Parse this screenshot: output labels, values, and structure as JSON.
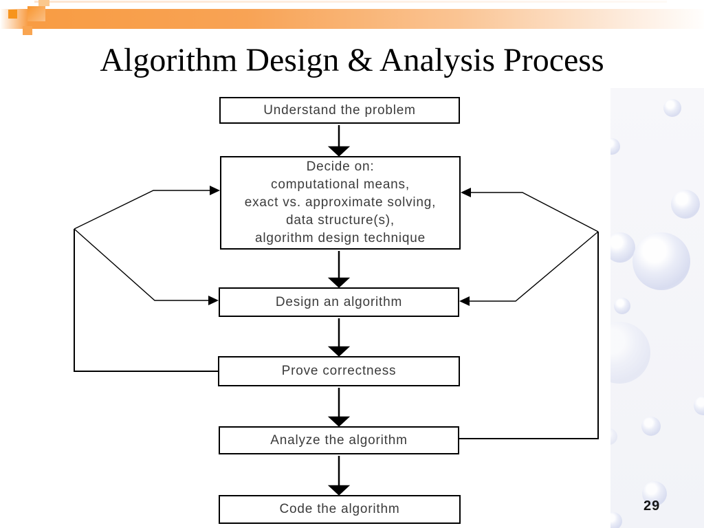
{
  "slide": {
    "title": "Algorithm Design & Analysis Process",
    "page_number": "29"
  },
  "flowchart": {
    "boxes": {
      "understand": {
        "label": "Understand the problem"
      },
      "decide": {
        "lines": [
          "Decide on:",
          "computational means,",
          "exact vs. approximate solving,",
          "data structure(s),",
          "algorithm design technique"
        ]
      },
      "design": {
        "label": "Design an algorithm"
      },
      "prove": {
        "label": "Prove correctness"
      },
      "analyze": {
        "label": "Analyze the algorithm"
      },
      "code": {
        "label": "Code the algorithm"
      }
    },
    "flow_order": [
      "Understand the problem",
      "Decide on computational means, exact vs. approximate solving, data structure(s), algorithm design technique",
      "Design an algorithm",
      "Prove correctness",
      "Analyze the algorithm",
      "Code the algorithm"
    ],
    "feedback_loops": [
      "Prove correctness -> Decide on",
      "Prove correctness -> Design an algorithm",
      "Analyze the algorithm -> Decide on",
      "Analyze the algorithm -> Design an algorithm"
    ]
  },
  "colors": {
    "accent_orange": "#F7941D",
    "bar_orange": "#F8A355",
    "box_border": "#000000",
    "box_text": "#3B3B3B",
    "bubble_tint": "#D3D8EE"
  }
}
